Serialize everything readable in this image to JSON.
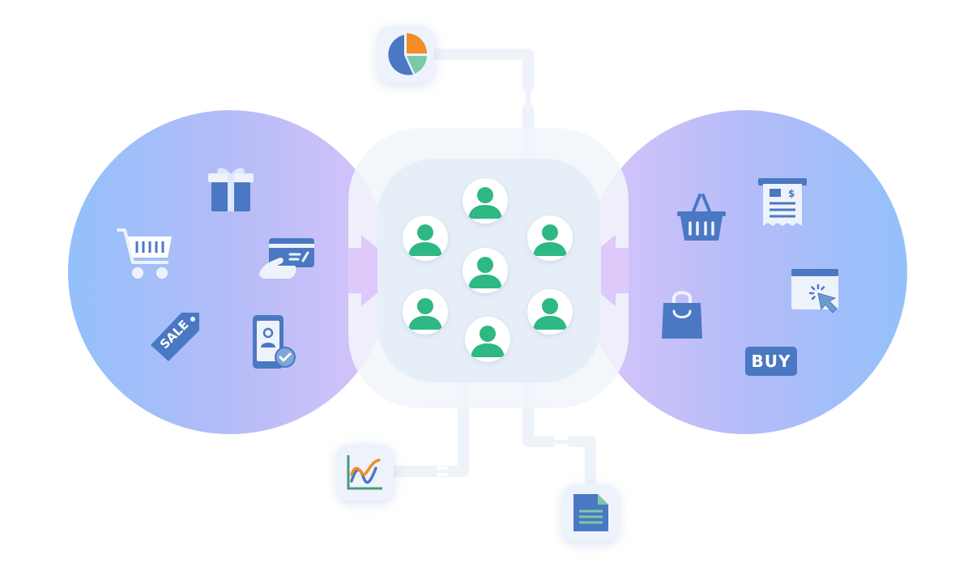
{
  "diagram": {
    "hub": {
      "people": [
        "person-1",
        "person-2",
        "person-3",
        "person-4",
        "person-5",
        "person-6",
        "person-7"
      ]
    },
    "left_cluster": {
      "icons": [
        "gift-icon",
        "shopping-cart-icon",
        "credit-card-payment-icon",
        "sale-tag-icon",
        "mobile-profile-verified-icon"
      ],
      "sale_tag_text": "SALE"
    },
    "right_cluster": {
      "icons": [
        "shopping-basket-icon",
        "receipt-icon",
        "shopping-bag-icon",
        "web-click-icon",
        "buy-button-icon"
      ],
      "buy_label": "BUY",
      "receipt_symbol": "$"
    },
    "nodes": [
      "pie-chart-icon",
      "line-chart-icon",
      "document-icon"
    ]
  },
  "colors": {
    "accent_blue": "#4a78c2",
    "person_green": "#2eb883",
    "orange": "#f28c28",
    "teal": "#7cc9a9",
    "left_circle_gradient": [
      "#93c0fb",
      "#d9c4fa"
    ],
    "right_circle_gradient": [
      "#d9c4fa",
      "#93c0fb"
    ],
    "hub_background": "#e6eef8"
  }
}
